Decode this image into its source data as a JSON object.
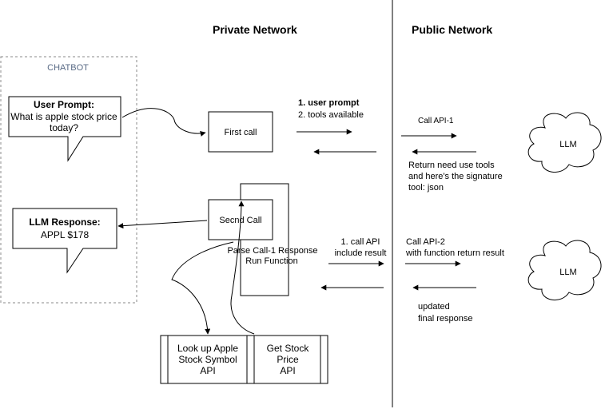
{
  "headings": {
    "private_network": "Private Network",
    "public_network": "Public Network"
  },
  "chatbot": {
    "label": "CHATBOT",
    "user_prompt_title": "User Prompt:",
    "user_prompt_lines": [
      "What is apple stock price",
      "today?"
    ],
    "llm_response_title": "LLM Response:",
    "llm_response_value": "APPL $178"
  },
  "private": {
    "first_call": "First call",
    "second_call": "Secnd Call",
    "parse_lines": [
      "Parse Call-1 Response",
      "Run Function"
    ],
    "api1_lines": [
      "Look up Apple",
      "Stock Symbol",
      "API"
    ],
    "api2_lines": [
      "Get Stock",
      "Price",
      "API"
    ],
    "call1_lines": [
      "1. user prompt",
      "2. tools available"
    ],
    "call2_lines": [
      "1. call API",
      "include result"
    ]
  },
  "public": {
    "call_api_1": "Call API-1",
    "return_lines": [
      "Return need use tools",
      "and here's the signature",
      "tool: json"
    ],
    "call_api_2_lines": [
      "Call API-2",
      "with function return result"
    ],
    "updated_lines": [
      "updated",
      "final response"
    ],
    "llm_1": "LLM",
    "llm_2": "LLM"
  },
  "colors": {
    "chatbot_label": "#5a6b86",
    "dashed_border": "#888888",
    "line": "#000000"
  }
}
